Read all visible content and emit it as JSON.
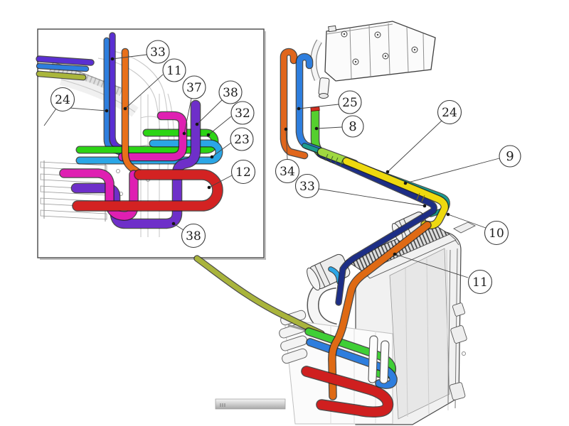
{
  "diagram": {
    "type": "hose-routing-parts-diagram",
    "inset_callouts": [
      {
        "id": "33",
        "label": "33"
      },
      {
        "id": "11",
        "label": "11"
      },
      {
        "id": "24",
        "label": "24"
      },
      {
        "id": "37",
        "label": "37"
      },
      {
        "id": "38-top",
        "label": "38"
      },
      {
        "id": "32",
        "label": "32"
      },
      {
        "id": "23",
        "label": "23"
      },
      {
        "id": "12",
        "label": "12"
      },
      {
        "id": "38-bottom",
        "label": "38"
      }
    ],
    "main_callouts": [
      {
        "id": "25",
        "label": "25"
      },
      {
        "id": "8",
        "label": "8"
      },
      {
        "id": "24",
        "label": "24"
      },
      {
        "id": "9",
        "label": "9"
      },
      {
        "id": "34",
        "label": "34"
      },
      {
        "id": "33",
        "label": "33"
      },
      {
        "id": "10",
        "label": "10"
      },
      {
        "id": "11",
        "label": "11"
      }
    ],
    "hose_colors": {
      "orange": "#df6a14",
      "blue": "#2e7ede",
      "light_blue": "#2aa6e6",
      "green": "#2bd414",
      "light_green": "#9fd840",
      "yellow": "#eed90f",
      "teal": "#1b9b8f",
      "navy": "#1d2e86",
      "violet": "#5a2fd2",
      "purple": "#6e2fc9",
      "magenta": "#df1fb2",
      "red": "#d32222",
      "olive": "#a9b43c"
    }
  }
}
